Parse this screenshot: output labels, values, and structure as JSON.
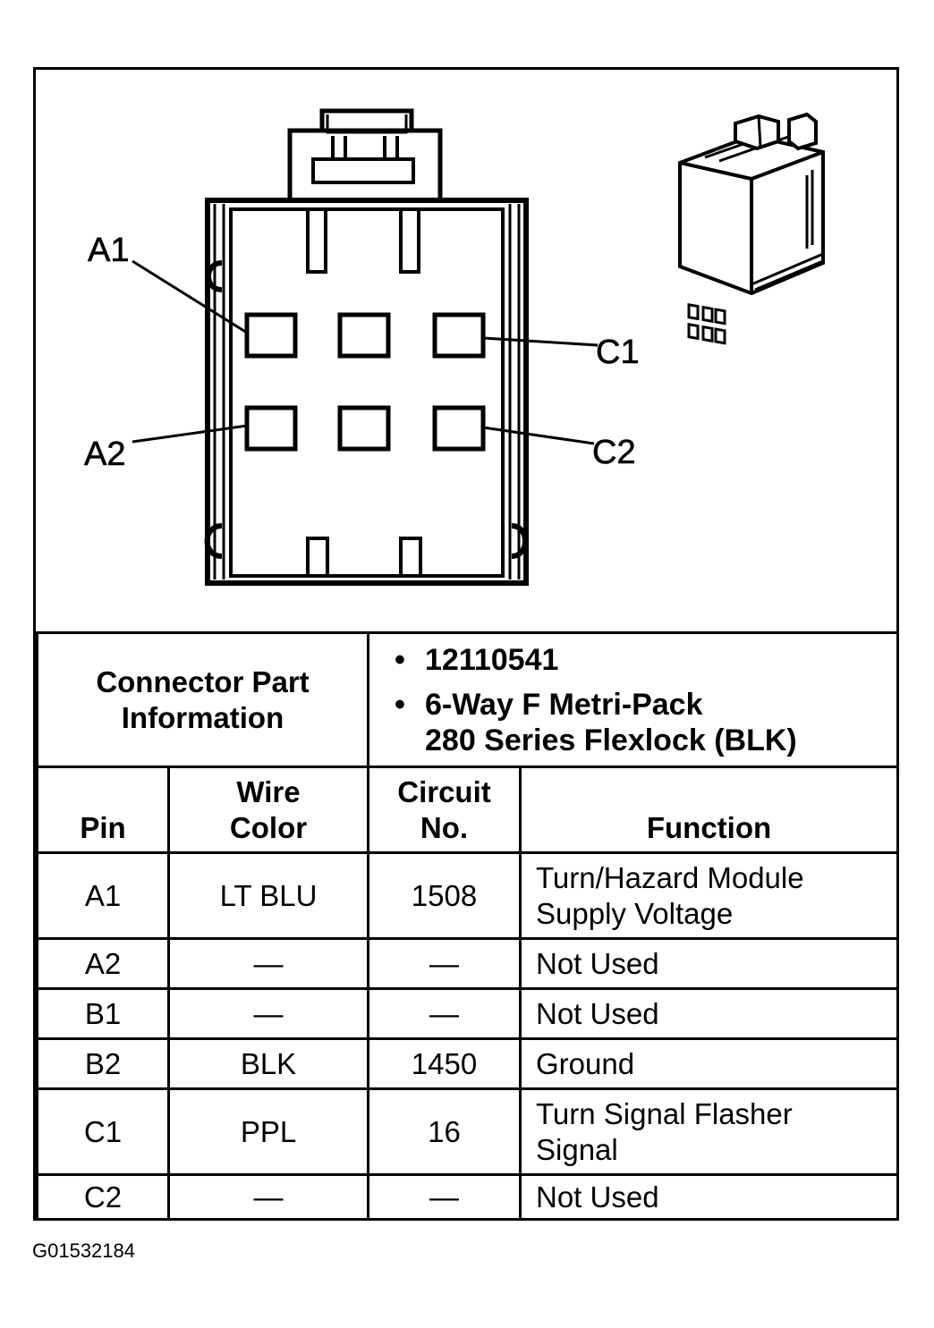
{
  "diagram": {
    "callouts": [
      "A1",
      "A2",
      "C1",
      "C2"
    ]
  },
  "connector_info": {
    "label_line1": "Connector Part",
    "label_line2": "Information",
    "part_number": "12110541",
    "description_line1": "6-Way F Metri-Pack",
    "description_line2": "280 Series Flexlock (BLK)"
  },
  "table": {
    "headers": {
      "pin": "Pin",
      "wire_color_line1": "Wire",
      "wire_color_line2": "Color",
      "circuit_line1": "Circuit",
      "circuit_line2": "No.",
      "function": "Function"
    },
    "rows": [
      {
        "pin": "A1",
        "wire": "LT BLU",
        "circuit": "1508",
        "function_line1": "Turn/Hazard Module",
        "function_line2": "Supply Voltage"
      },
      {
        "pin": "A2",
        "wire": "—",
        "circuit": "—",
        "function_line1": "Not Used",
        "function_line2": ""
      },
      {
        "pin": "B1",
        "wire": "—",
        "circuit": "—",
        "function_line1": "Not Used",
        "function_line2": ""
      },
      {
        "pin": "B2",
        "wire": "BLK",
        "circuit": "1450",
        "function_line1": "Ground",
        "function_line2": ""
      },
      {
        "pin": "C1",
        "wire": "PPL",
        "circuit": "16",
        "function_line1": "Turn Signal Flasher",
        "function_line2": "Signal"
      },
      {
        "pin": "C2",
        "wire": "—",
        "circuit": "—",
        "function_line1": "Not Used",
        "function_line2": ""
      }
    ]
  },
  "footer_code": "G01532184"
}
